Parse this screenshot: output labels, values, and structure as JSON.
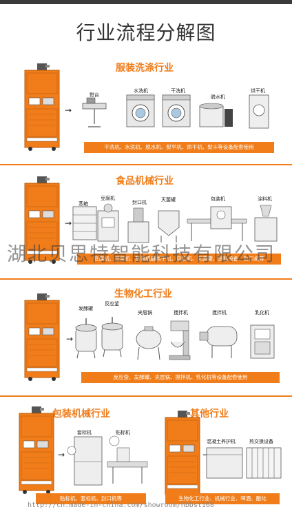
{
  "page_title": "行业流程分解图",
  "colors": {
    "accent": "#f07d1a",
    "machine": "#f07d1a",
    "text": "#333333"
  },
  "sections": [
    {
      "title": "服装洗涤行业",
      "labels": [
        "熨台",
        "水洗机",
        "干洗机",
        "脱水机",
        "烘干机"
      ],
      "caption": "干洗机、水洗机、脱水机、熨平机、烘干机、熨斗等设备配套使用"
    },
    {
      "title": "食品机械行业",
      "labels": [
        "蒸箱",
        "豆腐机",
        "封口机",
        "灭菌罐",
        "包装机",
        "涂料机"
      ],
      "caption": "豆腐机、豆浆机、蒸箱机器烘干机、包装机、灭菌罐、涂料设备、封口机等"
    },
    {
      "title": "生物化工行业",
      "labels": [
        "发酵罐",
        "反应釜",
        "夹层锅",
        "搅拌机",
        "搅拌机",
        "乳化机"
      ],
      "caption": "反应釜、发酵罐、夹层锅、搅拌机、乳化机等设备配套使用"
    },
    {
      "title": "包装机械行业",
      "labels": [
        "套标机",
        "贴标机"
      ],
      "caption": "贴标机、套标机、封口机等"
    },
    {
      "title": "其他行业",
      "labels": [
        "混凝土养护机",
        "热交换设备"
      ],
      "caption": "生物化工行业、机械行业、啤酒、酿化"
    }
  ],
  "watermark": "湖北贝思特智能科技有限公司",
  "bottom_url": "http://cn.made-in-china.com/showroom/hbbst168"
}
